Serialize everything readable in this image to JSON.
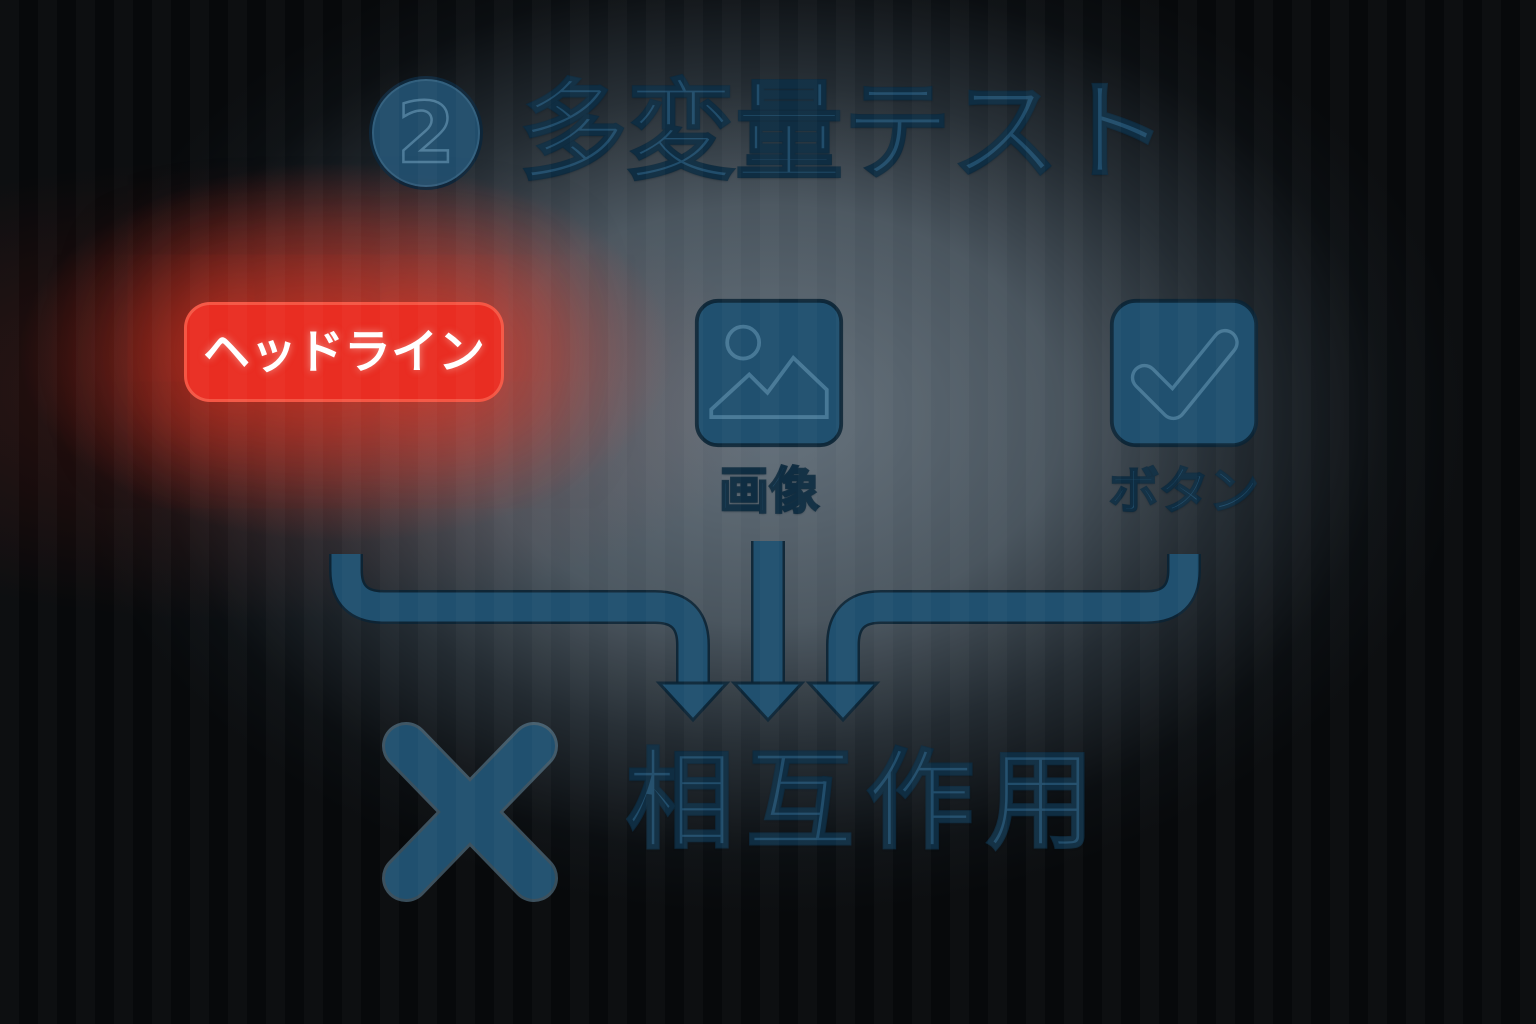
{
  "page": {
    "kind": "infographic-slide",
    "language": "ja",
    "background_color": "#07090b",
    "center_glow_color": "#5e6d7a",
    "red_glow_color": "#f23a26",
    "ink_color": "#214d6b",
    "ink_fill_color": "#20506f",
    "ink_outline_color": "#0b2334"
  },
  "title": {
    "step_badge": "2",
    "text": "多変量テスト"
  },
  "variables": [
    {
      "id": "headline",
      "label": "ヘッドライン",
      "style": "highlighted-red-badge",
      "badge_color": "#e92d22",
      "label_color": "#ffffff"
    },
    {
      "id": "image",
      "label": "画像",
      "icon": "image-icon"
    },
    {
      "id": "button",
      "label": "ボタン",
      "icon": "checkbox-check-icon"
    }
  ],
  "result": {
    "operator": "×",
    "label": "相互作用"
  }
}
